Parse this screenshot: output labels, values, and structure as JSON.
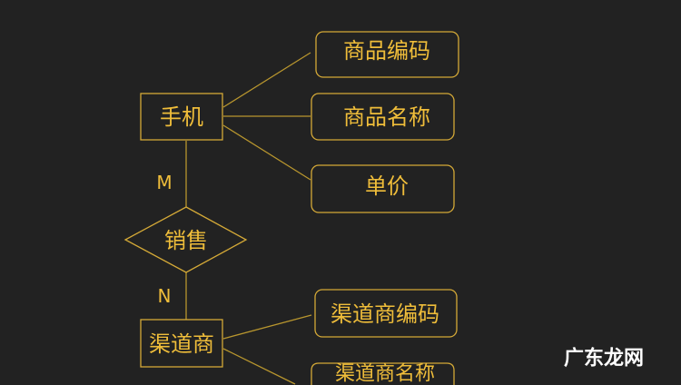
{
  "entities": {
    "phone": "手机",
    "dealer": "渠道商"
  },
  "relationship": "销售",
  "cardinality": {
    "top": "M",
    "bottom": "N"
  },
  "phone_attributes": [
    "商品编码",
    "商品名称",
    "单价"
  ],
  "dealer_attributes": [
    "渠道商编码",
    "渠道商名称"
  ],
  "watermark": "广东龙网",
  "colors": {
    "background": "#222222",
    "accent": "#efbd3a",
    "line": "#b8962e"
  }
}
